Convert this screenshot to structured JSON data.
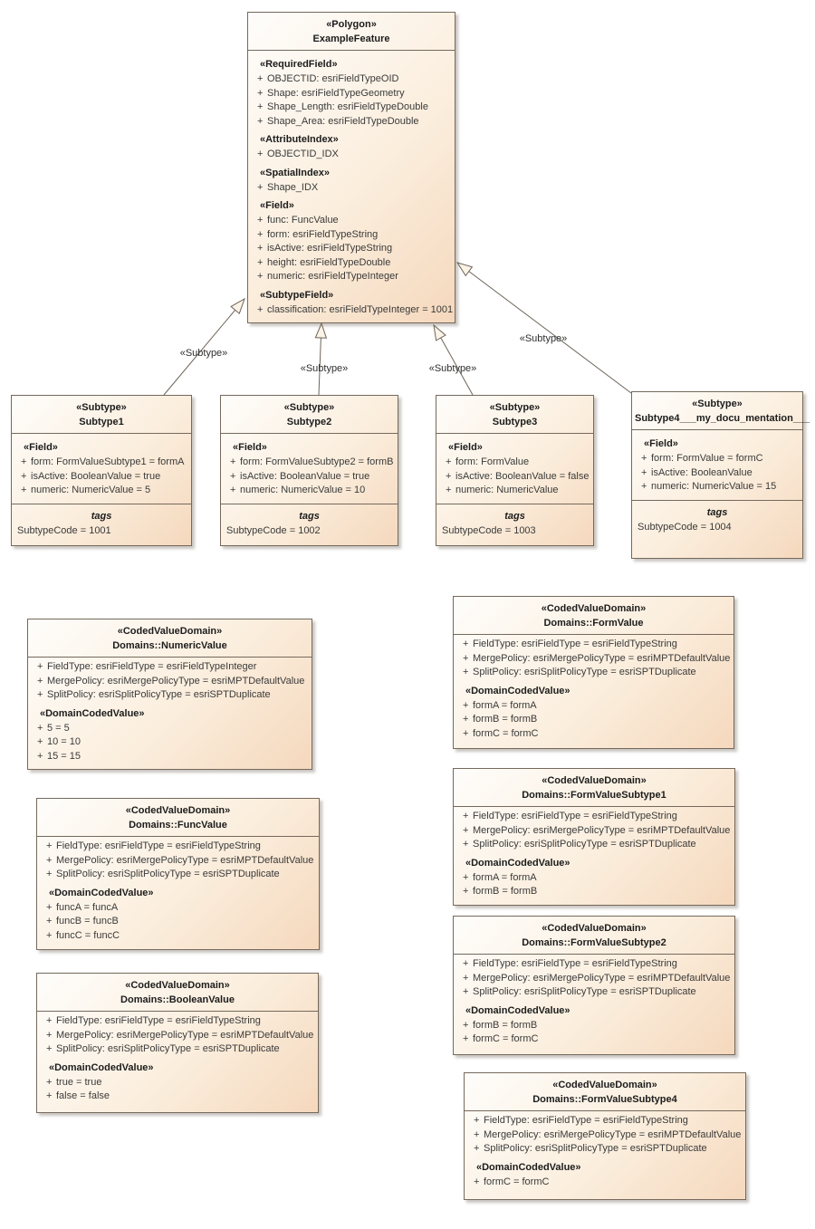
{
  "diagram": {
    "connectors": [
      {
        "label": "«Subtype»"
      },
      {
        "label": "«Subtype»"
      },
      {
        "label": "«Subtype»"
      },
      {
        "label": "«Subtype»"
      }
    ],
    "boxes": {
      "example_feature": {
        "stereotype": "«Polygon»",
        "name": "ExampleFeature",
        "sections": [
          {
            "header": "«RequiredField»",
            "rows": [
              "OBJECTID: esriFieldTypeOID",
              "Shape: esriFieldTypeGeometry",
              "Shape_Length: esriFieldTypeDouble",
              "Shape_Area: esriFieldTypeDouble"
            ]
          },
          {
            "header": "«AttributeIndex»",
            "rows": [
              "OBJECTID_IDX"
            ]
          },
          {
            "header": "«SpatialIndex»",
            "rows": [
              "Shape_IDX"
            ]
          },
          {
            "header": "«Field»",
            "rows": [
              "func: FuncValue",
              "form: esriFieldTypeString",
              "isActive: esriFieldTypeString",
              "height: esriFieldTypeDouble",
              "numeric: esriFieldTypeInteger"
            ]
          },
          {
            "header": "«SubtypeField»",
            "rows": [
              "classification: esriFieldTypeInteger = 1001"
            ]
          }
        ]
      },
      "subtype1": {
        "stereotype": "«Subtype»",
        "name": "Subtype1",
        "sections": [
          {
            "header": "«Field»",
            "rows": [
              "form: FormValueSubtype1 = formA",
              "isActive: BooleanValue = true",
              "numeric: NumericValue = 5"
            ]
          }
        ],
        "tags": {
          "label": "tags",
          "rows": [
            "SubtypeCode = 1001"
          ]
        }
      },
      "subtype2": {
        "stereotype": "«Subtype»",
        "name": "Subtype2",
        "sections": [
          {
            "header": "«Field»",
            "rows": [
              "form: FormValueSubtype2 = formB",
              "isActive: BooleanValue = true",
              "numeric: NumericValue = 10"
            ]
          }
        ],
        "tags": {
          "label": "tags",
          "rows": [
            "SubtypeCode = 1002"
          ]
        }
      },
      "subtype3": {
        "stereotype": "«Subtype»",
        "name": "Subtype3",
        "sections": [
          {
            "header": "«Field»",
            "rows": [
              "form: FormValue",
              "isActive: BooleanValue = false",
              "numeric: NumericValue"
            ]
          }
        ],
        "tags": {
          "label": "tags",
          "rows": [
            "SubtypeCode = 1003"
          ]
        }
      },
      "subtype4": {
        "stereotype": "«Subtype»",
        "name": "Subtype4___my_docu_mentation___",
        "sections": [
          {
            "header": "«Field»",
            "rows": [
              "form: FormValue = formC",
              "isActive: BooleanValue",
              "numeric: NumericValue = 15"
            ]
          }
        ],
        "tags": {
          "label": "tags",
          "rows": [
            "SubtypeCode = 1004"
          ]
        }
      },
      "numeric_value": {
        "stereotype": "«CodedValueDomain»",
        "name": "Domains::NumericValue",
        "sections": [
          {
            "header": null,
            "rows": [
              "FieldType: esriFieldType = esriFieldTypeInteger",
              "MergePolicy: esriMergePolicyType = esriMPTDefaultValue",
              "SplitPolicy: esriSplitPolicyType = esriSPTDuplicate"
            ]
          },
          {
            "header": "«DomainCodedValue»",
            "rows": [
              "5 = 5",
              "10 = 10",
              "15 = 15"
            ]
          }
        ]
      },
      "func_value": {
        "stereotype": "«CodedValueDomain»",
        "name": "Domains::FuncValue",
        "sections": [
          {
            "header": null,
            "rows": [
              "FieldType: esriFieldType = esriFieldTypeString",
              "MergePolicy: esriMergePolicyType = esriMPTDefaultValue",
              "SplitPolicy: esriSplitPolicyType = esriSPTDuplicate"
            ]
          },
          {
            "header": "«DomainCodedValue»",
            "rows": [
              "funcA = funcA",
              "funcB = funcB",
              "funcC = funcC"
            ]
          }
        ]
      },
      "boolean_value": {
        "stereotype": "«CodedValueDomain»",
        "name": "Domains::BooleanValue",
        "sections": [
          {
            "header": null,
            "rows": [
              "FieldType: esriFieldType = esriFieldTypeString",
              "MergePolicy: esriMergePolicyType = esriMPTDefaultValue",
              "SplitPolicy: esriSplitPolicyType = esriSPTDuplicate"
            ]
          },
          {
            "header": "«DomainCodedValue»",
            "rows": [
              "true = true",
              "false = false"
            ]
          }
        ]
      },
      "form_value": {
        "stereotype": "«CodedValueDomain»",
        "name": "Domains::FormValue",
        "sections": [
          {
            "header": null,
            "rows": [
              "FieldType: esriFieldType = esriFieldTypeString",
              "MergePolicy: esriMergePolicyType = esriMPTDefaultValue",
              "SplitPolicy: esriSplitPolicyType = esriSPTDuplicate"
            ]
          },
          {
            "header": "«DomainCodedValue»",
            "rows": [
              "formA = formA",
              "formB = formB",
              "formC = formC"
            ]
          }
        ]
      },
      "form_value_subtype1": {
        "stereotype": "«CodedValueDomain»",
        "name": "Domains::FormValueSubtype1",
        "sections": [
          {
            "header": null,
            "rows": [
              "FieldType: esriFieldType = esriFieldTypeString",
              "MergePolicy: esriMergePolicyType = esriMPTDefaultValue",
              "SplitPolicy: esriSplitPolicyType = esriSPTDuplicate"
            ]
          },
          {
            "header": "«DomainCodedValue»",
            "rows": [
              "formA = formA",
              "formB = formB"
            ]
          }
        ]
      },
      "form_value_subtype2": {
        "stereotype": "«CodedValueDomain»",
        "name": "Domains::FormValueSubtype2",
        "sections": [
          {
            "header": null,
            "rows": [
              "FieldType: esriFieldType = esriFieldTypeString",
              "MergePolicy: esriMergePolicyType = esriMPTDefaultValue",
              "SplitPolicy: esriSplitPolicyType = esriSPTDuplicate"
            ]
          },
          {
            "header": "«DomainCodedValue»",
            "rows": [
              "formB = formB",
              "formC = formC"
            ]
          }
        ]
      },
      "form_value_subtype4": {
        "stereotype": "«CodedValueDomain»",
        "name": "Domains::FormValueSubtype4",
        "sections": [
          {
            "header": null,
            "rows": [
              "FieldType: esriFieldType = esriFieldTypeString",
              "MergePolicy: esriMergePolicyType = esriMPTDefaultValue",
              "SplitPolicy: esriSplitPolicyType = esriSPTDuplicate"
            ]
          },
          {
            "header": "«DomainCodedValue»",
            "rows": [
              "formC = formC"
            ]
          }
        ]
      }
    }
  }
}
